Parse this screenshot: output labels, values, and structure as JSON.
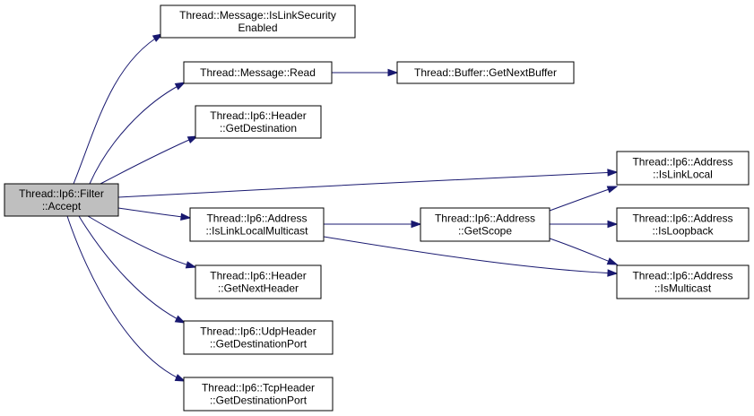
{
  "colors": {
    "edge": "#191970",
    "root_fill": "#bfbfbf",
    "node_fill": "#ffffff",
    "node_stroke": "#000000"
  },
  "nodes": [
    {
      "id": "filter_accept",
      "lines": [
        "Thread::Ip6::Filter",
        "::Accept"
      ]
    },
    {
      "id": "msg_is_link_security_enabled",
      "lines": [
        "Thread::Message::IsLinkSecurity",
        "Enabled"
      ]
    },
    {
      "id": "msg_read",
      "lines": [
        "Thread::Message::Read"
      ]
    },
    {
      "id": "buf_get_next_buffer",
      "lines": [
        "Thread::Buffer::GetNextBuffer"
      ]
    },
    {
      "id": "hdr_get_destination",
      "lines": [
        "Thread::Ip6::Header",
        "::GetDestination"
      ]
    },
    {
      "id": "addr_is_link_local",
      "lines": [
        "Thread::Ip6::Address",
        "::IsLinkLocal"
      ]
    },
    {
      "id": "addr_is_link_local_multicast",
      "lines": [
        "Thread::Ip6::Address",
        "::IsLinkLocalMulticast"
      ]
    },
    {
      "id": "addr_get_scope",
      "lines": [
        "Thread::Ip6::Address",
        "::GetScope"
      ]
    },
    {
      "id": "addr_is_loopback",
      "lines": [
        "Thread::Ip6::Address",
        "::IsLoopback"
      ]
    },
    {
      "id": "hdr_get_next_header",
      "lines": [
        "Thread::Ip6::Header",
        "::GetNextHeader"
      ]
    },
    {
      "id": "addr_is_multicast",
      "lines": [
        "Thread::Ip6::Address",
        "::IsMulticast"
      ]
    },
    {
      "id": "udp_get_destination_port",
      "lines": [
        "Thread::Ip6::UdpHeader",
        "::GetDestinationPort"
      ]
    },
    {
      "id": "tcp_get_destination_port",
      "lines": [
        "Thread::Ip6::TcpHeader",
        "::GetDestinationPort"
      ]
    }
  ],
  "edges": [
    {
      "from": "filter_accept",
      "to": "msg_is_link_security_enabled"
    },
    {
      "from": "filter_accept",
      "to": "msg_read"
    },
    {
      "from": "filter_accept",
      "to": "hdr_get_destination"
    },
    {
      "from": "filter_accept",
      "to": "addr_is_link_local"
    },
    {
      "from": "filter_accept",
      "to": "addr_is_link_local_multicast"
    },
    {
      "from": "filter_accept",
      "to": "hdr_get_next_header"
    },
    {
      "from": "filter_accept",
      "to": "udp_get_destination_port"
    },
    {
      "from": "filter_accept",
      "to": "tcp_get_destination_port"
    },
    {
      "from": "msg_read",
      "to": "buf_get_next_buffer"
    },
    {
      "from": "addr_is_link_local_multicast",
      "to": "addr_get_scope"
    },
    {
      "from": "addr_is_link_local_multicast",
      "to": "addr_is_multicast"
    },
    {
      "from": "addr_get_scope",
      "to": "addr_is_link_local"
    },
    {
      "from": "addr_get_scope",
      "to": "addr_is_loopback"
    },
    {
      "from": "addr_get_scope",
      "to": "addr_is_multicast"
    }
  ]
}
